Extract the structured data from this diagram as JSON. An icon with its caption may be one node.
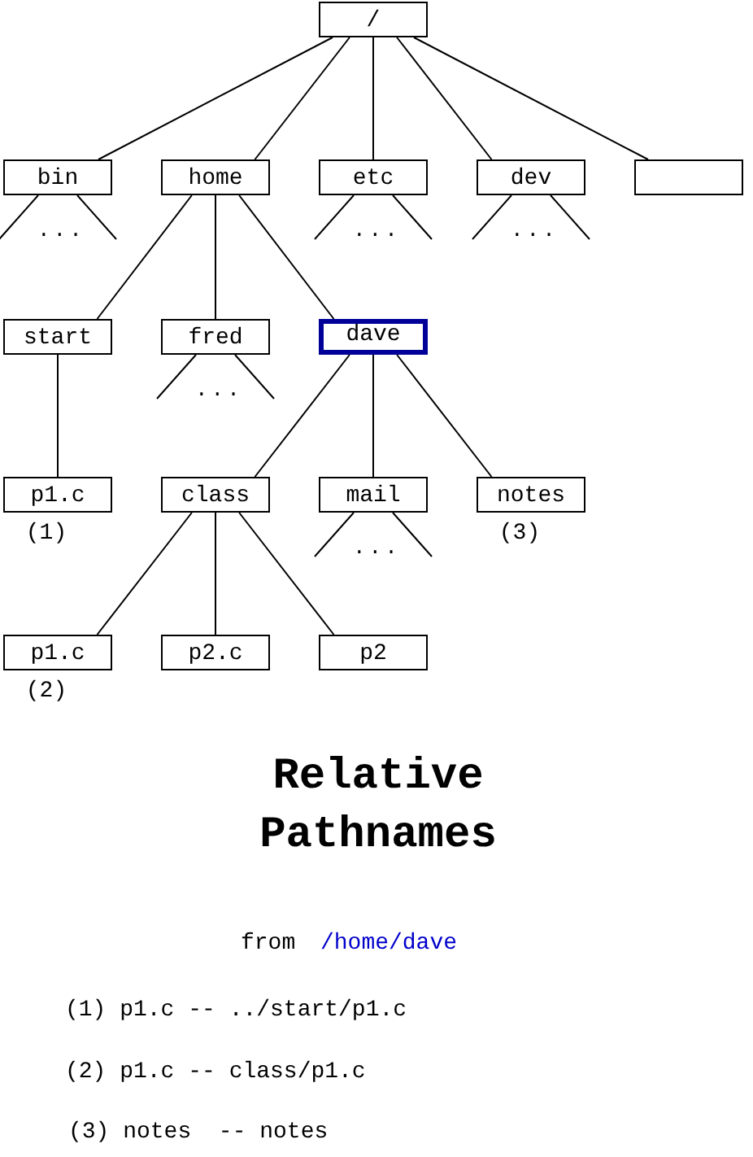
{
  "diagram": {
    "title": "Relative Pathnames",
    "nodes": [
      {
        "text": [
          "/"
        ]
      },
      {
        "text": [
          "bin"
        ]
      },
      {
        "text": [
          "home"
        ]
      },
      {
        "text": [
          "etc"
        ]
      },
      {
        "text": [
          "dev"
        ]
      },
      {
        "text": [],
        "shape": "box"
      },
      {
        "text": [
          "start"
        ]
      },
      {
        "text": [
          "fred"
        ]
      },
      {
        "text": [
          "dave"
        ]
      },
      {
        "text": [
          "p1.c"
        ],
        "beside": [
          "(1)"
        ]
      },
      {
        "text": [
          "class"
        ]
      },
      {
        "text": [
          "mail"
        ]
      },
      {
        "text": [
          "notes"
        ],
        "beside": [
          "(3)"
        ]
      },
      {
        "text": [
          "p1.c"
        ],
        "beside": [
          "(2)"
        ]
      },
      {
        "text": [
          "p2.c"
        ]
      },
      {
        "text": [
          "p2"
        ]
      }
    ],
    "edges": [
      {
        "from": 0,
        "to": 1,
        "arrow": "none"
      },
      {
        "from": 0,
        "to": 2,
        "arrow": "none"
      },
      {
        "from": 0,
        "to": 3,
        "arrow": "none"
      },
      {
        "from": 0,
        "to": 4,
        "arrow": "none"
      },
      {
        "from": 0,
        "to": 5,
        "arrow": "none"
      },
      {
        "from": 1,
        "to": null,
        "arrow": "none"
      },
      {
        "from": 1,
        "to": null,
        "arrow": "none"
      },
      {
        "from": 2,
        "to": 6,
        "arrow": "none"
      },
      {
        "from": 2,
        "to": 7,
        "arrow": "none"
      },
      {
        "from": 2,
        "to": 8,
        "arrow": "none"
      },
      {
        "from": 3,
        "to": null,
        "arrow": "none"
      },
      {
        "from": 3,
        "to": null,
        "arrow": "none"
      },
      {
        "from": 4,
        "to": null,
        "arrow": "none"
      },
      {
        "from": 4,
        "to": null,
        "arrow": "none"
      },
      {
        "from": 6,
        "to": 9,
        "arrow": "none"
      },
      {
        "from": 7,
        "to": null,
        "arrow": "none"
      },
      {
        "from": 7,
        "to": null,
        "arrow": "none"
      },
      {
        "from": 8,
        "to": 10,
        "arrow": "none"
      },
      {
        "from": 8,
        "to": 11,
        "arrow": "none"
      },
      {
        "from": 8,
        "to": 12,
        "arrow": "none"
      },
      {
        "from": 10,
        "to": 13,
        "arrow": "none"
      },
      {
        "from": 10,
        "to": 14,
        "arrow": "none"
      },
      {
        "from": 10,
        "to": 15,
        "arrow": "none"
      },
      {
        "from": 11,
        "to": null,
        "arrow": "none"
      },
      {
        "from": 11,
        "to": null,
        "arrow": "none"
      }
    ],
    "labels": [
      "...",
      "...",
      "...",
      "...",
      "...",
      "from",
      "/home/dave",
      "(1) p1.c -- ../start/p1.c",
      "(2) p1.c -- class/p1.c",
      "(3) notes  -- notes"
    ]
  }
}
